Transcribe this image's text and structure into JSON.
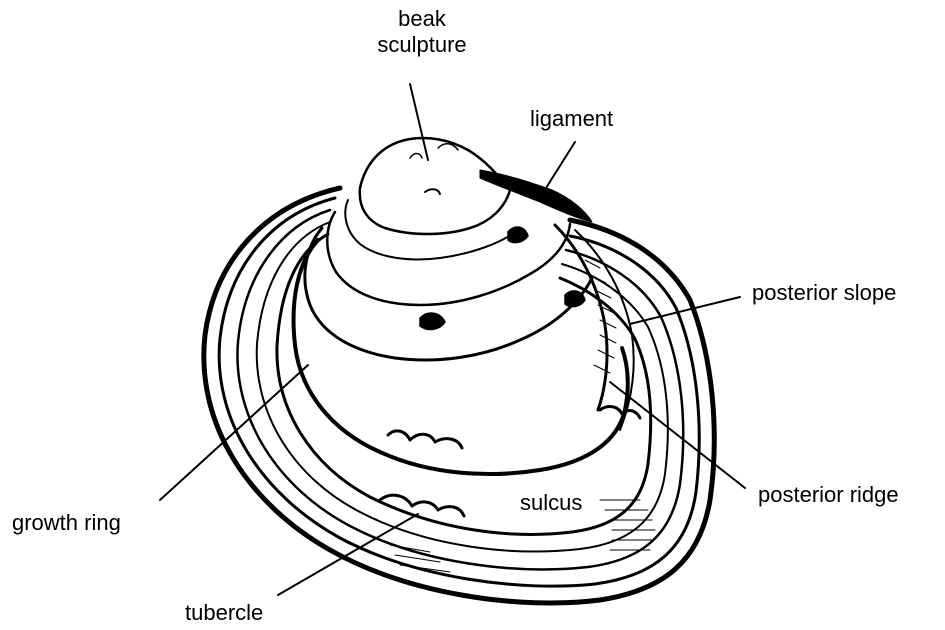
{
  "diagram": {
    "labels": {
      "beak_sculpture_line1": "beak",
      "beak_sculpture_line2": "sculpture",
      "ligament": "ligament",
      "posterior_slope": "posterior slope",
      "posterior_ridge": "posterior ridge",
      "growth_ring": "growth ring",
      "sulcus": "sulcus",
      "tubercle": "tubercle"
    },
    "colors": {
      "ink": "#000000",
      "background": "#ffffff"
    }
  }
}
